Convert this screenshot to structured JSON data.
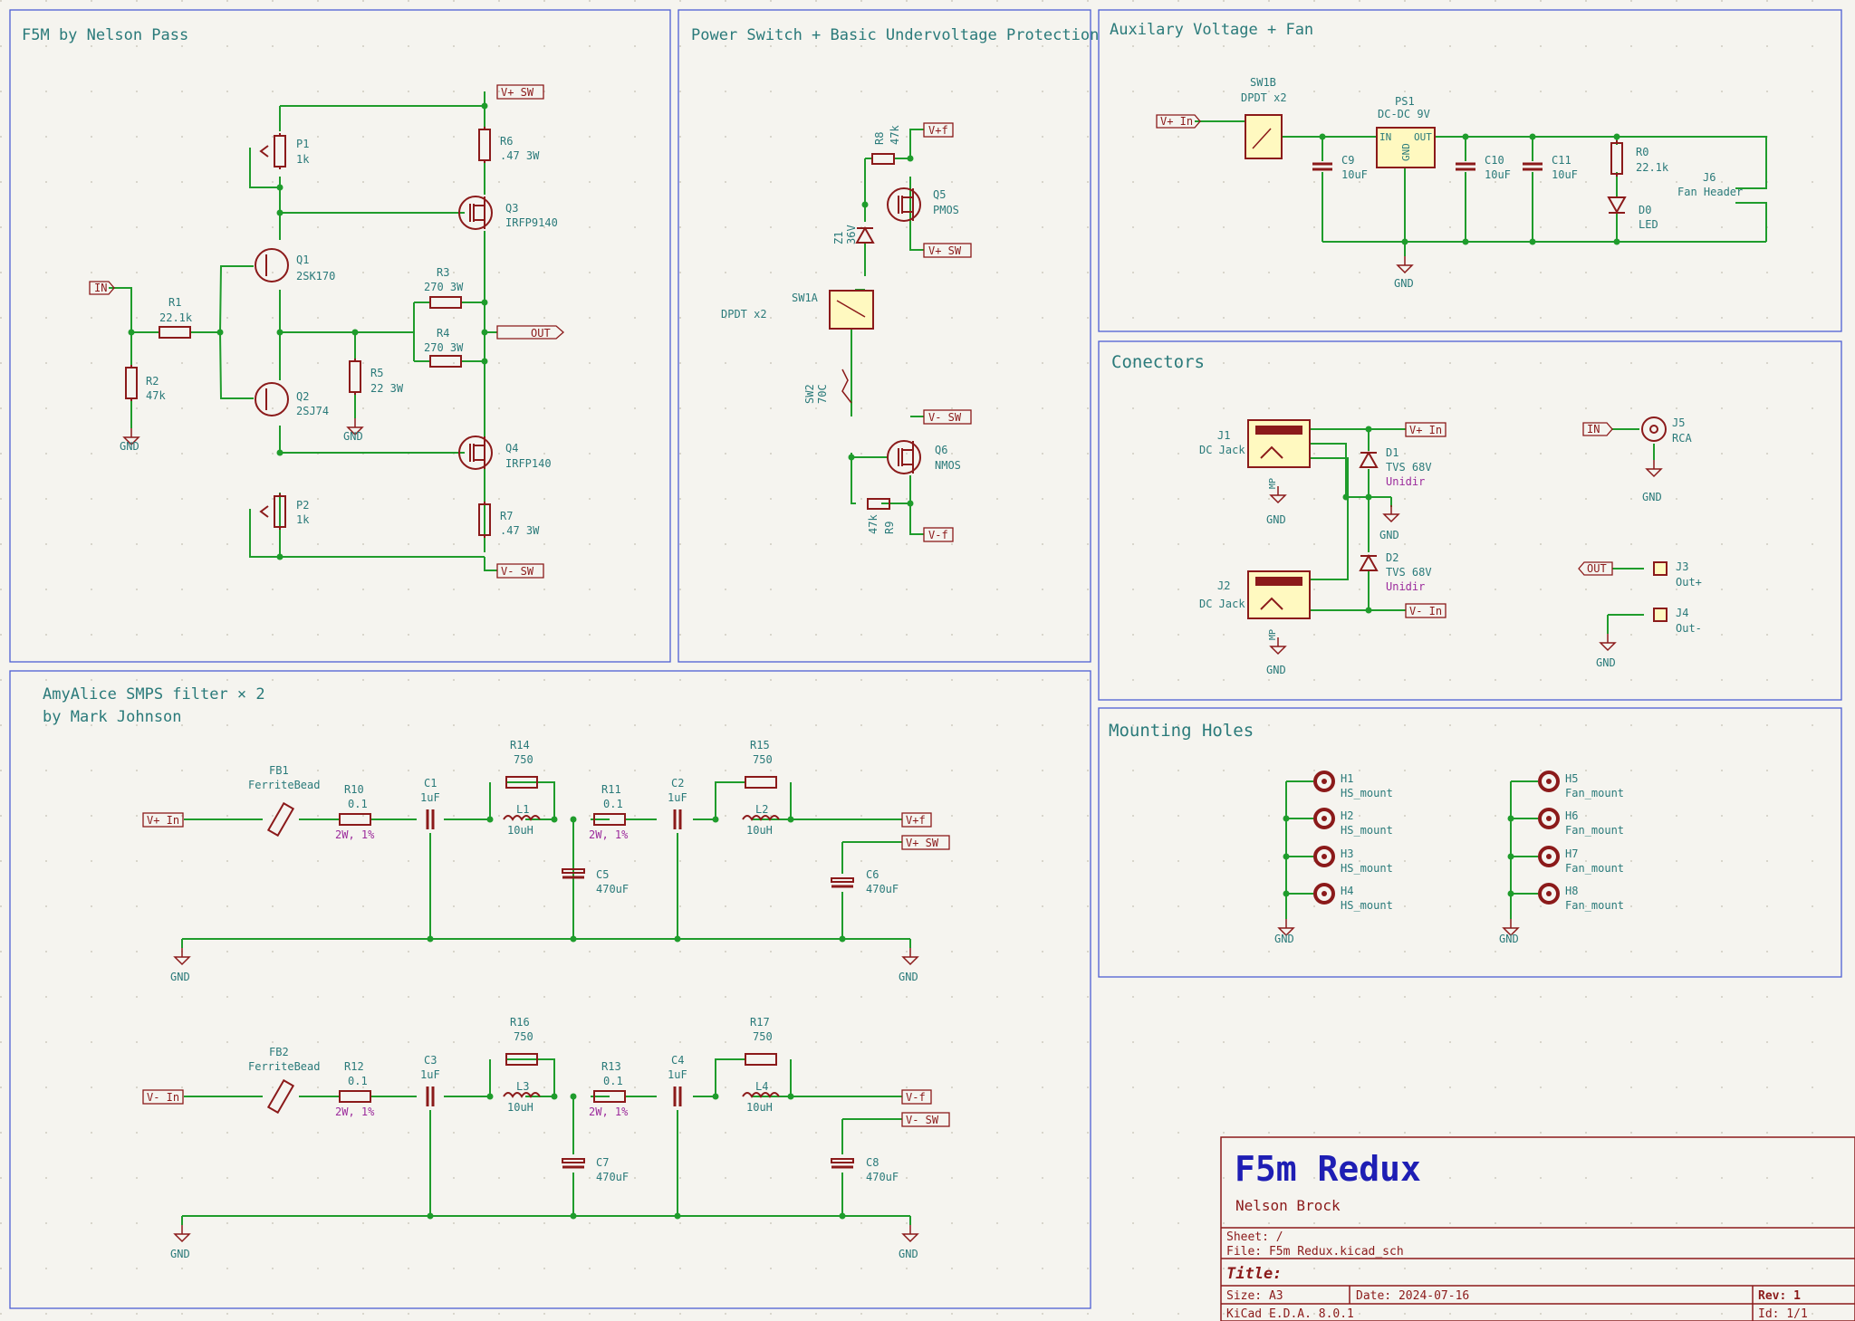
{
  "panels": {
    "f5m_title": "F5M by Nelson Pass",
    "power_title": "Power Switch + Basic Undervoltage Protection",
    "aux_title": "Auxilary Voltage + Fan",
    "connectors_title": "Conectors",
    "mounting_title": "Mounting Holes",
    "filter_title_1": "AmyAlice SMPS filter × 2",
    "filter_title_2": "by Mark Johnson"
  },
  "nets": {
    "vplus_sw": "V+ SW",
    "vminus_sw": "V- SW",
    "in": "IN",
    "out": "OUT",
    "gnd": "GND",
    "vplus_f": "V+f",
    "vminus_f": "V-f",
    "vplus_in": "V+ In",
    "vminus_in": "V- In"
  },
  "f5m": {
    "p1_ref": "P1",
    "p1_val": "1k",
    "p2_ref": "P2",
    "p2_val": "1k",
    "q1_ref": "Q1",
    "q1_val": "2SK170",
    "q2_ref": "Q2",
    "q2_val": "2SJ74",
    "q3_ref": "Q3",
    "q3_val": "IRFP9140",
    "q4_ref": "Q4",
    "q4_val": "IRFP140",
    "r1_ref": "R1",
    "r1_val": "22.1k",
    "r2_ref": "R2",
    "r2_val": "47k",
    "r3_ref": "R3",
    "r3_val": "270 3W",
    "r4_ref": "R4",
    "r4_val": "270 3W",
    "r5_ref": "R5",
    "r5_val": "22 3W",
    "r6_ref": "R6",
    "r6_val": ".47 3W",
    "r7_ref": "R7",
    "r7_val": ".47 3W"
  },
  "power": {
    "r8_ref": "R8",
    "r8_val": "47k",
    "r9_ref": "R9",
    "r9_val": "47k",
    "z1_ref": "Z1",
    "z1_val": "36V",
    "q5_ref": "Q5",
    "q5_val": "PMOS",
    "q6_ref": "Q6",
    "q6_val": "NMOS",
    "sw1a_ref": "SW1A",
    "sw1a_val": "DPDT x2",
    "sw2_ref": "SW2",
    "sw2_val": "70C"
  },
  "aux": {
    "sw1b_ref": "SW1B",
    "sw1b_val": "DPDT x2",
    "ps1_ref": "PS1",
    "ps1_val": "DC-DC 9V",
    "ps1_in": "IN",
    "ps1_out": "OUT",
    "ps1_gnd": "GND",
    "c9_ref": "C9",
    "c9_val": "10uF",
    "c10_ref": "C10",
    "c10_val": "10uF",
    "c11_ref": "C11",
    "c11_val": "10uF",
    "r0_ref": "R0",
    "r0_val": "22.1k",
    "d0_ref": "D0",
    "d0_val": "LED",
    "j6_ref": "J6",
    "j6_val": "Fan Header"
  },
  "connectors": {
    "j1_ref": "J1",
    "j1_val": "DC Jack",
    "j2_ref": "J2",
    "j2_val": "DC Jack",
    "d1_ref": "D1",
    "d1_val": "TVS 68V",
    "d1_note": "Unidir",
    "d2_ref": "D2",
    "d2_val": "TVS 68V",
    "d2_note": "Unidir",
    "j5_ref": "J5",
    "j5_val": "RCA",
    "j3_ref": "J3",
    "j3_val": "Out+",
    "j4_ref": "J4",
    "j4_val": "Out-",
    "mp": "MP"
  },
  "mounting": {
    "holes": [
      {
        "ref": "H1",
        "val": "HS_mount"
      },
      {
        "ref": "H2",
        "val": "HS_mount"
      },
      {
        "ref": "H3",
        "val": "HS_mount"
      },
      {
        "ref": "H4",
        "val": "HS_mount"
      },
      {
        "ref": "H5",
        "val": "Fan_mount"
      },
      {
        "ref": "H6",
        "val": "Fan_mount"
      },
      {
        "ref": "H7",
        "val": "Fan_mount"
      },
      {
        "ref": "H8",
        "val": "Fan_mount"
      }
    ]
  },
  "filter_top": {
    "fb_ref": "FB1",
    "fb_val": "FerriteBead",
    "ra_ref": "R10",
    "ra_val": "0.1",
    "ra_note": "2W, 1%",
    "ca_ref": "C1",
    "ca_val": "1uF",
    "rb_ref": "R14",
    "rb_val": "750",
    "la_ref": "L1",
    "la_val": "10uH",
    "rc_ref": "R11",
    "rc_val": "0.1",
    "rc_note": "2W, 1%",
    "cb_ref": "C2",
    "cb_val": "1uF",
    "rd_ref": "R15",
    "rd_val": "750",
    "lb_ref": "L2",
    "lb_val": "10uH",
    "cc_ref": "C5",
    "cc_val": "470uF",
    "cd_ref": "C6",
    "cd_val": "470uF"
  },
  "filter_bot": {
    "fb_ref": "FB2",
    "fb_val": "FerriteBead",
    "ra_ref": "R12",
    "ra_val": "0.1",
    "ra_note": "2W, 1%",
    "ca_ref": "C3",
    "ca_val": "1uF",
    "rb_ref": "R16",
    "rb_val": "750",
    "la_ref": "L3",
    "la_val": "10uH",
    "rc_ref": "R13",
    "rc_val": "0.1",
    "rc_note": "2W, 1%",
    "cb_ref": "C4",
    "cb_val": "1uF",
    "rd_ref": "R17",
    "rd_val": "750",
    "lb_ref": "L4",
    "lb_val": "10uH",
    "cc_ref": "C7",
    "cc_val": "470uF",
    "cd_ref": "C8",
    "cd_val": "470uF"
  },
  "titleblock": {
    "title": "F5m Redux",
    "company": "Nelson Brock",
    "sheet": "Sheet: /",
    "file": "File: F5m Redux.kicad_sch",
    "title_label": "Title:",
    "size": "Size: A3",
    "date": "Date: 2024-07-16",
    "rev": "Rev: 1",
    "tool": "KiCad E.D.A. 8.0.1",
    "id": "Id: 1/1"
  },
  "colors": {
    "background": "#f5f4ef",
    "frame": "#4d5fd3",
    "wire": "#1f9c2c",
    "component": "#8b1a1a",
    "component_fill": "#fff9c0",
    "text": "#2a7a7a",
    "title_text": "#1e1eb4"
  }
}
